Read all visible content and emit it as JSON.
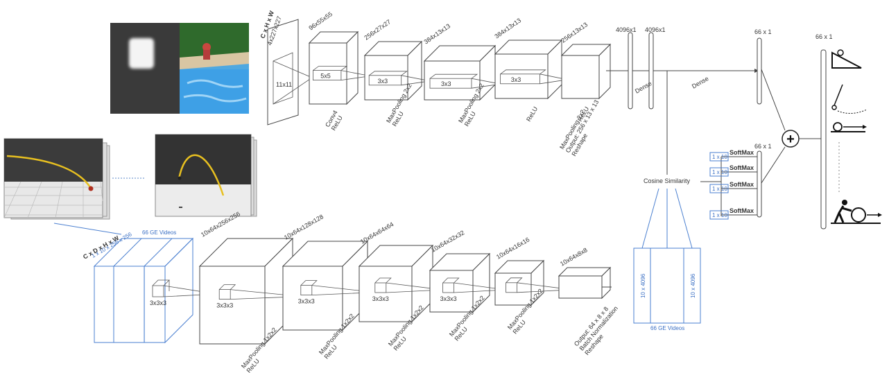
{
  "top_branch": {
    "input_label_line1": "C x H x W",
    "input_label_line2": "4x227x227",
    "layers": [
      {
        "dims": "96x55x55",
        "kernel": "11x11",
        "act": "Conv4\nReLU"
      },
      {
        "dims": "256x27x27",
        "kernel": "5x5",
        "act": "MaxPooling 2x2\nReLU"
      },
      {
        "dims": "384x13x13",
        "kernel": "3x3",
        "act": "MaxPooling 2x2\nReLU"
      },
      {
        "dims": "384x13x13",
        "kernel": "3x3",
        "act": "ReLU"
      },
      {
        "dims": "256x13x13",
        "kernel": "3x3",
        "act": "ReLU"
      },
      {
        "dims": "",
        "kernel": "",
        "act": "MaxPooling 2x2\nOutput: 256 x 13 x 13\nReshape"
      }
    ],
    "fc1": "4096x1",
    "fc2": "4096x1",
    "dense_small": "Dense",
    "dense": "Dense",
    "out1": "66 x 1"
  },
  "bottom_branch": {
    "input_label_line1": "C x D x H x W",
    "input_label_line2": "1 x 10 x 256 x 256",
    "ge_videos": "66 GE Videos",
    "layers": [
      {
        "dims": "10x64x256x256",
        "kernel": "3x3x3",
        "act": "MaxPooling 1x2x2\nReLU"
      },
      {
        "dims": "10x64x128x128",
        "kernel": "3x3x3",
        "act": "MaxPooling 1x2x2\nReLU"
      },
      {
        "dims": "10x64x64x64",
        "kernel": "3x3x3",
        "act": "MaxPooling 1x2x2\nReLU"
      },
      {
        "dims": "10x64x32x32",
        "kernel": "3x3x3",
        "act": "MaxPooling 1x2x2\nReLU"
      },
      {
        "dims": "10x64x16x16",
        "kernel": "3x3x3",
        "act": "MaxPooling 1x2x2\nReLU"
      },
      {
        "dims": "10x64x8x8",
        "kernel": "",
        "act": "Output: 64 x 8 x 8\nBatch Normalization\nReshape"
      }
    ],
    "embed_left": "10 x 4096",
    "embed_right": "10 x 4096",
    "embed_caption": "66 GE Videos"
  },
  "merge": {
    "cosine": "Cosine Similarity",
    "softmax": [
      "SoftMax",
      "SoftMax",
      "SoftMax",
      "SoftMax"
    ],
    "softmax_in": [
      "1 x 10",
      "1 x 10",
      "1 x 10",
      "1 x 10"
    ],
    "out2": "66 x 1",
    "plus": "+",
    "final": "66 x 1"
  }
}
